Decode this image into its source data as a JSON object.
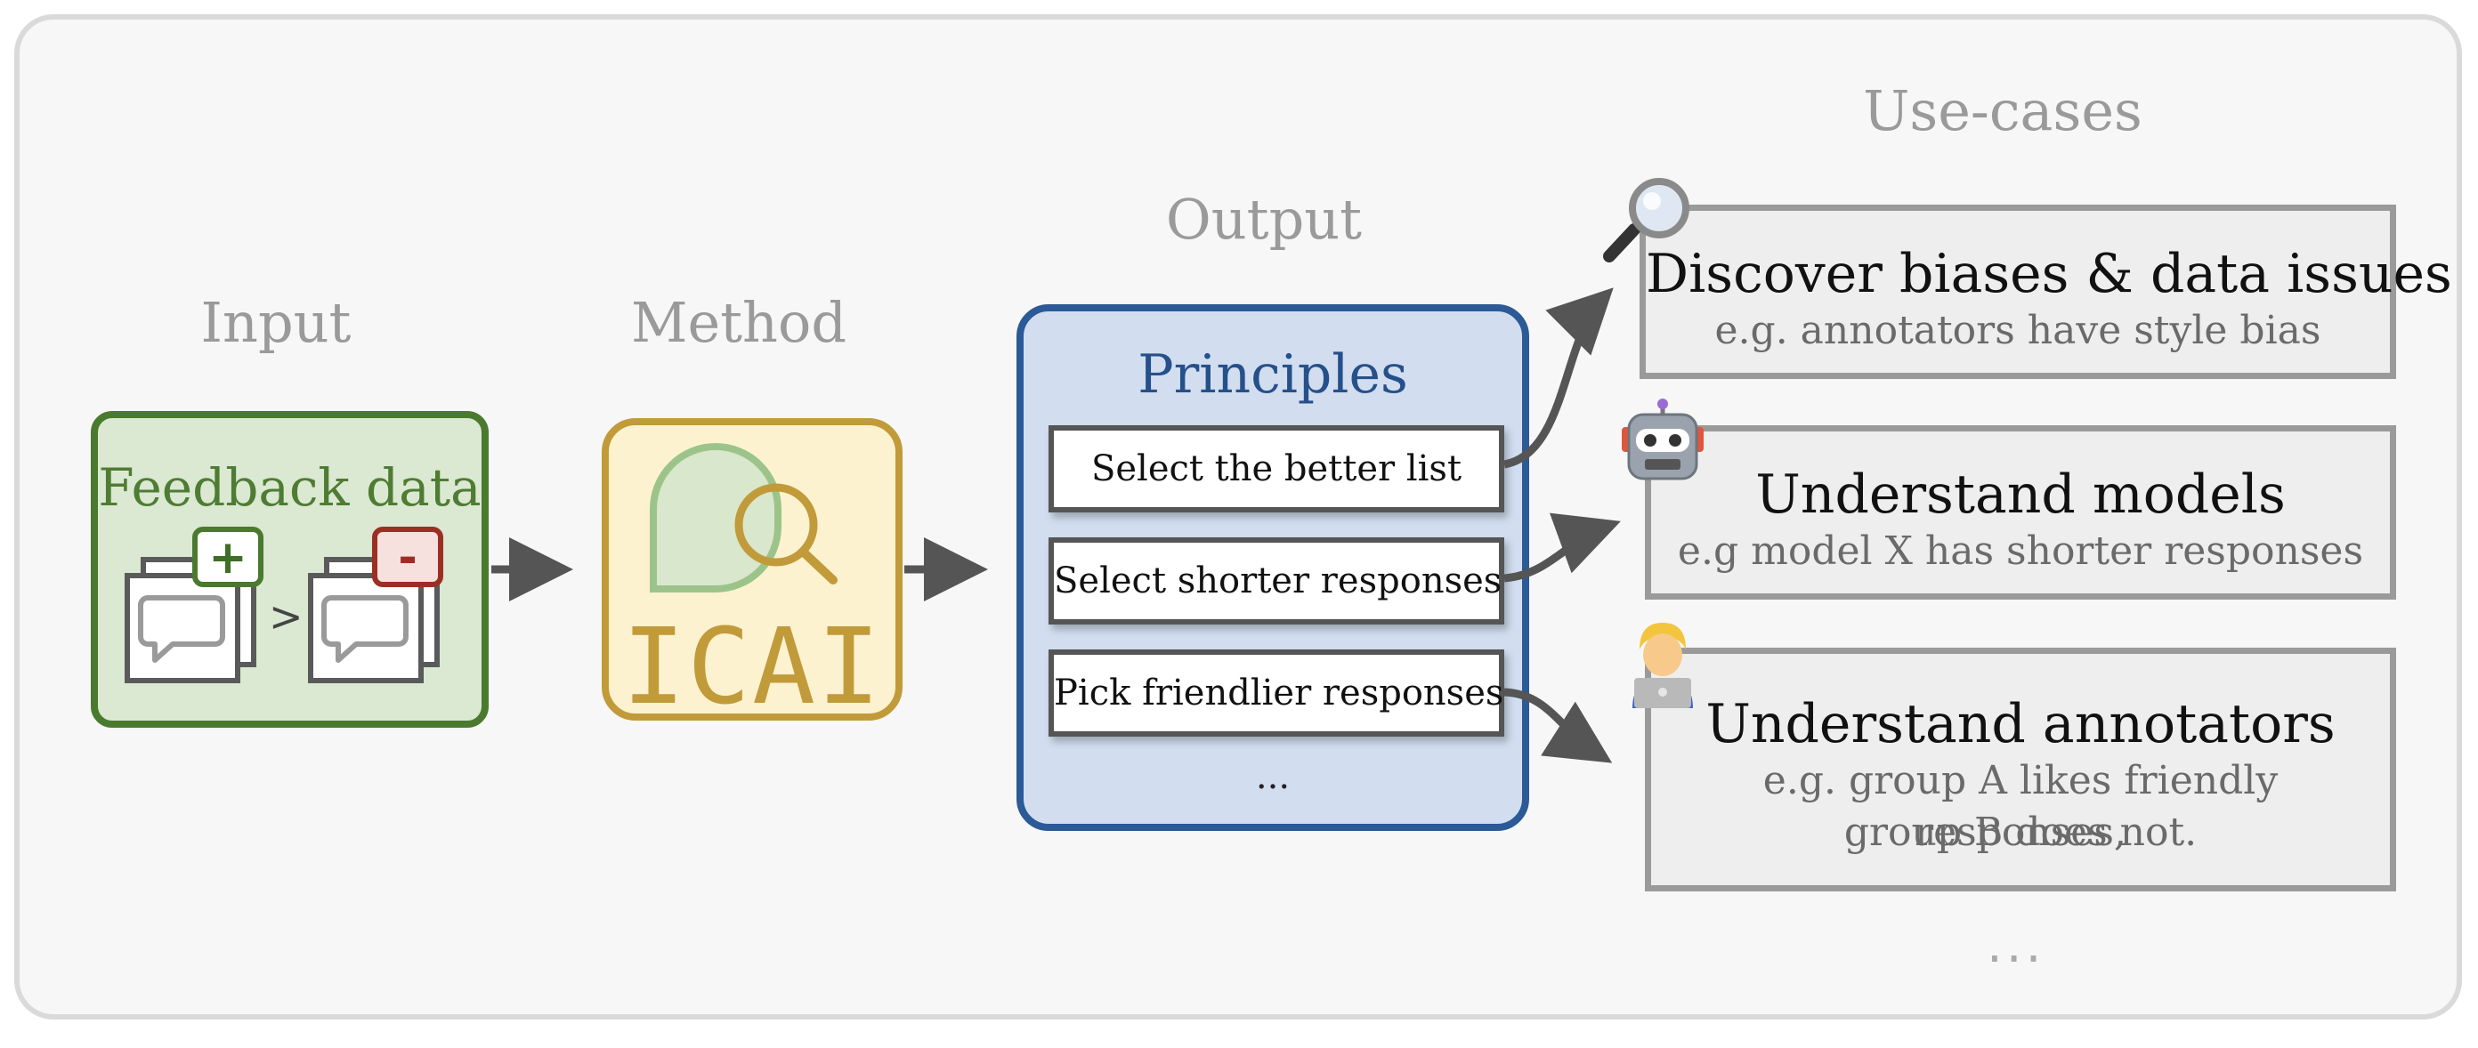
{
  "sections": {
    "input": "Input",
    "method": "Method",
    "output": "Output",
    "usecases": "Use-cases"
  },
  "input": {
    "label": "Feedback data",
    "plus_badge": "+",
    "minus_badge": "-",
    "comparison": ">"
  },
  "method": {
    "label": "ICAI",
    "icon": "speech-bubble-magnifier-icon"
  },
  "output": {
    "title": "Principles",
    "principles": [
      "Select the better list",
      "Select shorter responses",
      "Pick friendlier responses"
    ],
    "ellipsis": "..."
  },
  "usecases": [
    {
      "title": "Discover biases & data issues",
      "subtitle": "e.g. annotators have style bias",
      "icon": "magnifying-glass-icon"
    },
    {
      "title": "Understand models",
      "subtitle": "e.g model X has shorter responses",
      "icon": "robot-icon"
    },
    {
      "title": "Understand annotators",
      "subtitle_line1": "e.g. group A likes friendly responses,",
      "subtitle_line2": "group B does not.",
      "icon": "person-at-laptop-icon"
    }
  ],
  "usecases_more": "...",
  "colors": {
    "input_green": "#4a7a2e",
    "method_gold": "#c19a3a",
    "output_blue": "#2b5a96",
    "usecase_gray": "#9a9a9a"
  }
}
